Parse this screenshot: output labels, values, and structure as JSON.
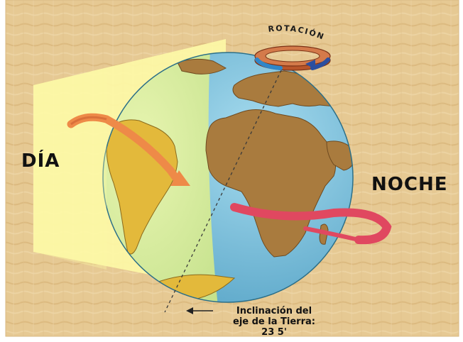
{
  "labels": {
    "day": "DÍA",
    "night": "NOCHE",
    "rotation": "ROTACIÓN",
    "tilt_line1": "Inclinación del",
    "tilt_line2": "eje de la Tierra:",
    "tilt_line3": "23 5'"
  },
  "colors": {
    "background": "#e6c993",
    "day_plane": "#fdf8a6",
    "ocean_day": "#d9ee9d",
    "ocean_night": "#7fc4df",
    "land_day": "#e3b93b",
    "land_night": "#a87a3d",
    "arrow_orange": "#ee8a48",
    "arrow_red": "#e04860",
    "rotation_ring": "#b8552a"
  }
}
